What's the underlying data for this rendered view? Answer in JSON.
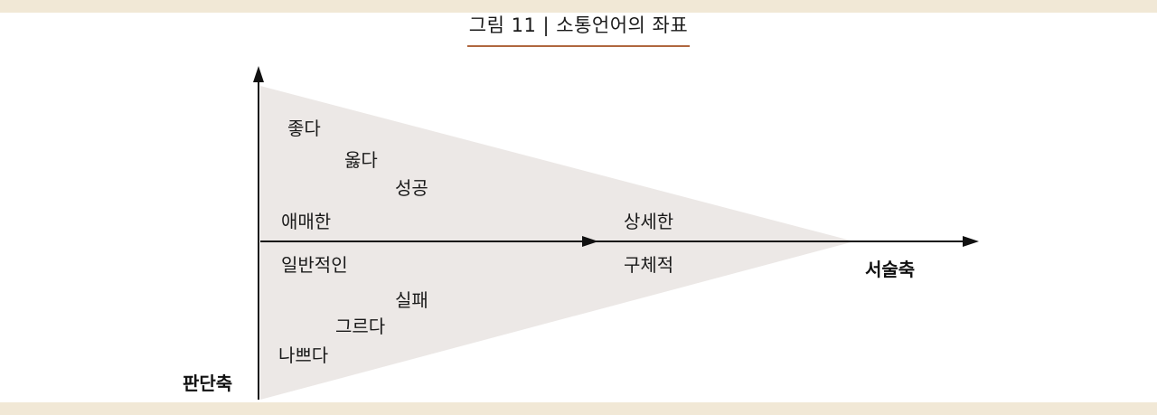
{
  "colors": {
    "band": "#F1E8D6",
    "title_underline": "#B0673F",
    "triangle_fill": "#ECE8E6",
    "axis": "#111111"
  },
  "figure": {
    "title": "그림 11 | 소통언어의 좌표"
  },
  "axes": {
    "horizontal": "서술축",
    "vertical": "판단축"
  },
  "labels": {
    "good": "좋다",
    "right": "옳다",
    "success": "성공",
    "vague": "애매한",
    "general": "일반적인",
    "failure": "실패",
    "wrong": "그르다",
    "bad": "나쁘다",
    "detailed": "상세한",
    "concrete": "구체적"
  }
}
